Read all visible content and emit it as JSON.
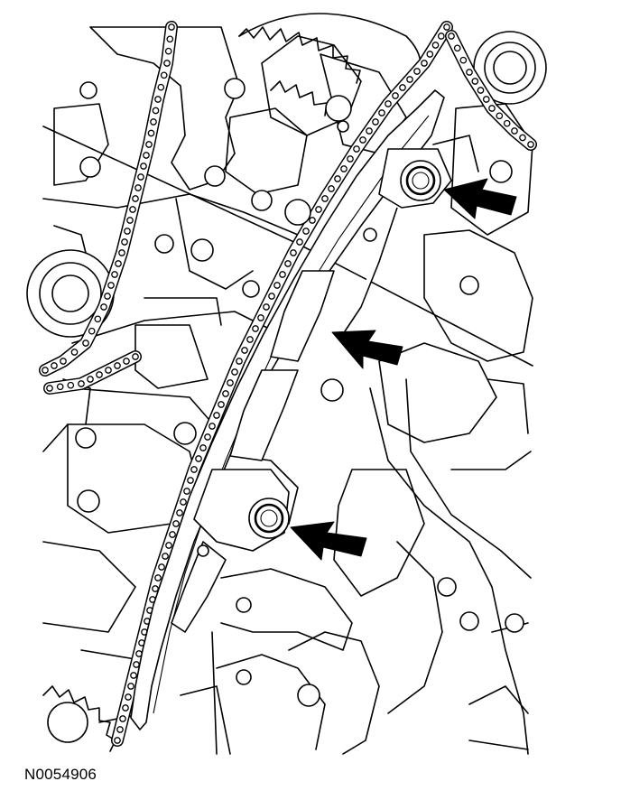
{
  "figure": {
    "id_label": "N0054906",
    "style": "black-and-white line illustration",
    "subject_parts": [
      "timing-chain",
      "chain-guide",
      "guide-bolt-upper",
      "guide-bolt-lower",
      "camshaft-sprocket",
      "crankshaft-sprocket",
      "engine-front-cover-casting"
    ],
    "callout_arrows": 3,
    "colors": {
      "ink": "#000000",
      "paper": "#ffffff"
    }
  }
}
